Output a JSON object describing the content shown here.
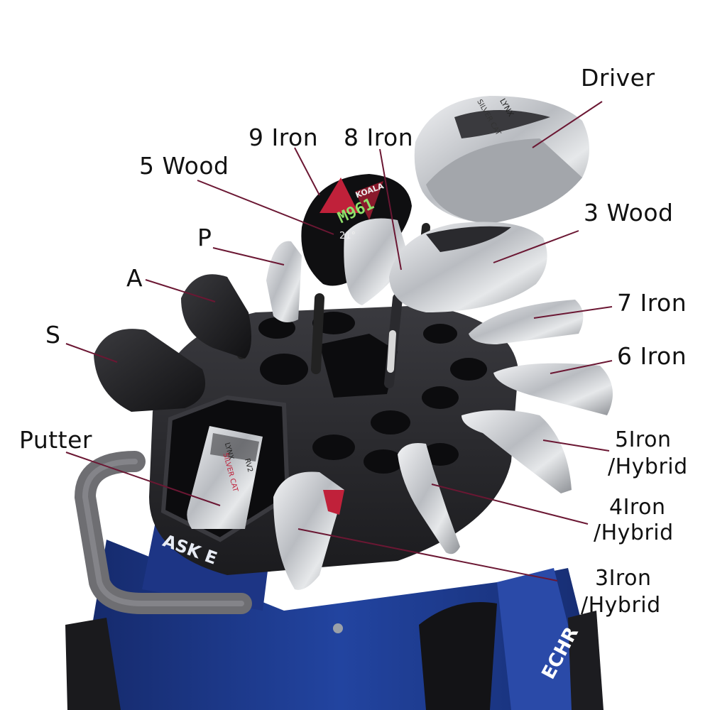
{
  "labels": {
    "driver": "Driver",
    "wood3": "3 Wood",
    "wood5": "5 Wood",
    "iron9": "9 Iron",
    "iron8": "8 Iron",
    "iron7": "7 Iron",
    "iron6": "6 Iron",
    "p": "P",
    "a": "A",
    "s": "S",
    "putter": "Putter",
    "iron5_line1": "5Iron",
    "iron5_line2": "/Hybrid",
    "iron4_line1": "4Iron",
    "iron4_line2": "/Hybrid",
    "iron3_line1": "3Iron",
    "iron3_line2": "/Hybrid"
  },
  "club_text": {
    "driver_brand": "LYNX",
    "driver_model": "SILVER CAT",
    "wood5_brand": "KOALA",
    "wood5_model": "M961",
    "wood5_loft": "21°",
    "putter_brand": "LYNX",
    "putter_model": "SILVER CAT",
    "putter_version": "RV2",
    "bag_text": "ASK E",
    "bag_brand": "ECHR"
  },
  "colors": {
    "callout_line": "#6b1733",
    "bag_blue": "#1f3a8a",
    "divider_top": "#2a2a2e",
    "handle": "#6e6e72",
    "steel": "#c9ccd0",
    "accent_red": "#c0213a"
  }
}
